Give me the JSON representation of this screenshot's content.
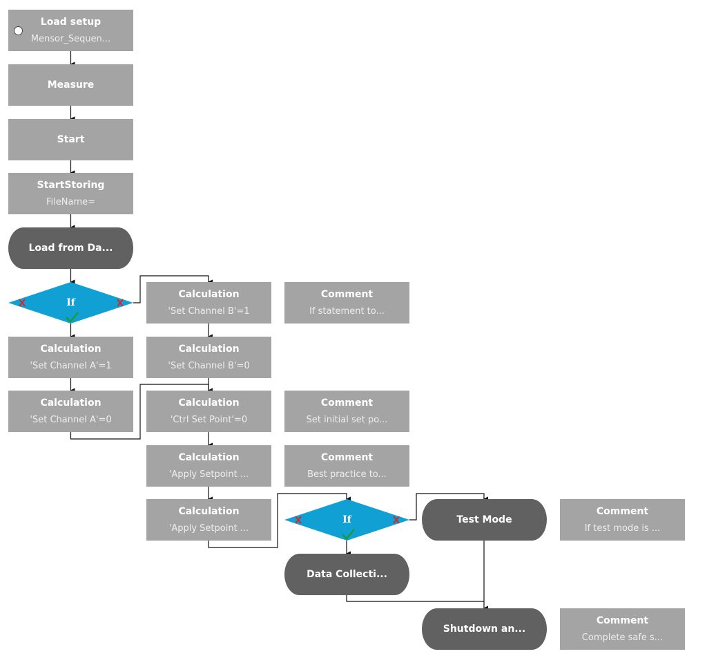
{
  "nodes": {
    "load_setup": {
      "title": "Load setup",
      "subtitle": "Mensor_Sequen..."
    },
    "measure": {
      "title": "Measure"
    },
    "start": {
      "title": "Start"
    },
    "start_storing": {
      "title": "StartStoring",
      "subtitle": "FileName="
    },
    "load_from_db": {
      "title": "Load from Da..."
    },
    "if1": {
      "title": "If"
    },
    "calc_b1": {
      "title": "Calculation",
      "subtitle": "'Set Channel B'=1"
    },
    "comment1": {
      "title": "Comment",
      "subtitle": "If statement to..."
    },
    "calc_a1": {
      "title": "Calculation",
      "subtitle": "'Set Channel A'=1"
    },
    "calc_b0": {
      "title": "Calculation",
      "subtitle": "'Set Channel B'=0"
    },
    "calc_a0": {
      "title": "Calculation",
      "subtitle": "'Set Channel A'=0"
    },
    "calc_ctrl": {
      "title": "Calculation",
      "subtitle": "'Ctrl Set Point'=0"
    },
    "comment2": {
      "title": "Comment",
      "subtitle": "Set initial set po..."
    },
    "calc_apply1": {
      "title": "Calculation",
      "subtitle": "'Apply Setpoint ..."
    },
    "comment3": {
      "title": "Comment",
      "subtitle": "Best practice to..."
    },
    "calc_apply2": {
      "title": "Calculation",
      "subtitle": "'Apply Setpoint ..."
    },
    "if2": {
      "title": "If"
    },
    "test_mode": {
      "title": "Test Mode"
    },
    "comment4": {
      "title": "Comment",
      "subtitle": "If test mode is ..."
    },
    "data_collection": {
      "title": "Data Collecti..."
    },
    "shutdown": {
      "title": "Shutdown an..."
    },
    "comment5": {
      "title": "Comment",
      "subtitle": "Complete safe s..."
    }
  },
  "colors": {
    "process": "#a4a4a4",
    "subprocess": "#616161",
    "decision": "#11a0d4",
    "false_mark": "#d0282c",
    "true_mark": "#1a9a3a"
  }
}
